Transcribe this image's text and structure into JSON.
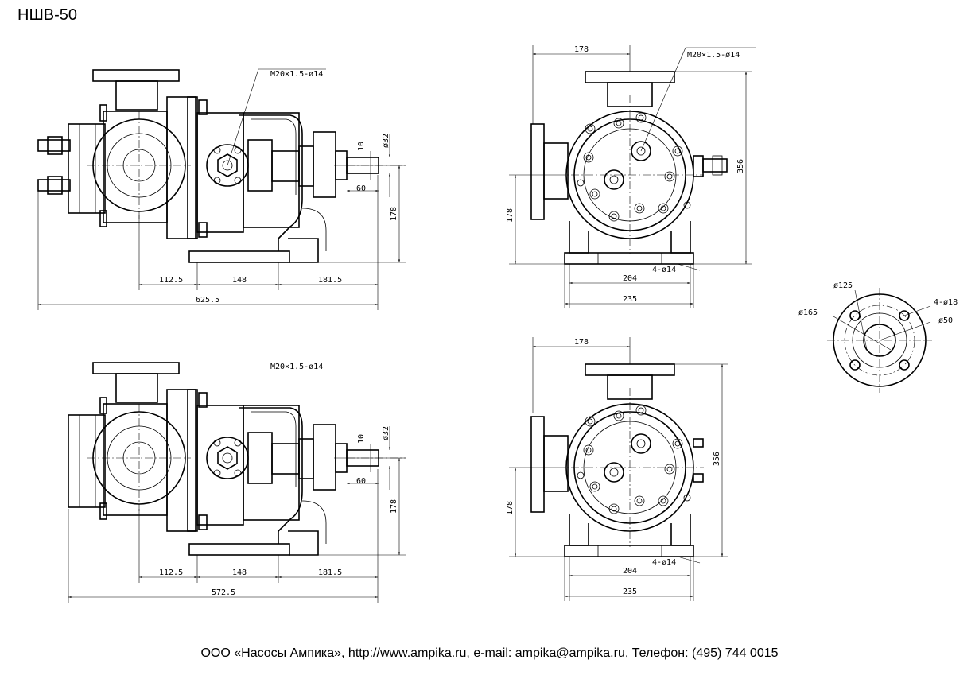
{
  "title": "НШВ-50",
  "footer": "ООО «Насосы Ампика», http://www.ampika.ru, e-mail: ampika@ampika.ru, Телефон: (495) 744 0015",
  "dims": {
    "thread": "M20×1.5-ø14",
    "thread_r": "M20×1.5-ø14",
    "key": "10",
    "shaft_d": "ø32",
    "shaft_len": "60",
    "axis_h": "178",
    "d1": "112.5",
    "d2": "148",
    "d3": "181.5",
    "total_top": "625.5",
    "total_bottom": "572.5",
    "flange_off": "178",
    "height": "356",
    "holes_base": "4-ø14",
    "base_inner": "204",
    "base_outer": "235",
    "fl_d125": "ø125",
    "fl_d165": "ø165",
    "fl_holes": "4-ø18",
    "fl_d50": "ø50"
  }
}
